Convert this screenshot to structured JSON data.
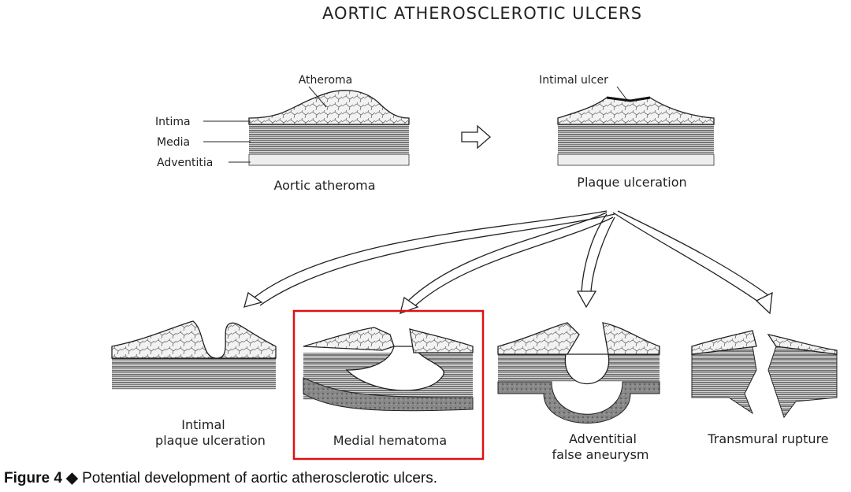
{
  "title": "AORTIC ATHEROSCLEROTIC ULCERS",
  "top_labels": {
    "atheroma": "Atheroma",
    "intimal_ulcer": "Intimal ulcer",
    "intima": "Intima",
    "media": "Media",
    "adventitia": "Adventitia",
    "aortic_atheroma": "Aortic atheroma",
    "plaque_ulceration": "Plaque ulceration"
  },
  "outcomes": {
    "intimal_1": "Intimal",
    "intimal_2": "plaque ulceration",
    "medial": "Medial hematoma",
    "adventitial_1": "Adventitial",
    "adventitial_2": "false aneurysm",
    "transmural": "Transmural rupture"
  },
  "highlight_color": "#e01010",
  "caption": {
    "figure_label": "Figure 4 ◆",
    "text": " Potential development of aortic atherosclerotic ulcers."
  }
}
